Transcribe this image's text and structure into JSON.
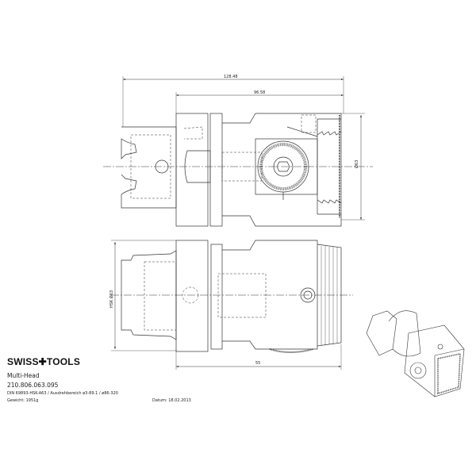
{
  "title_block": {
    "brand": "SWISS✚TOOLS",
    "product_name": "Multi-Head",
    "article_number": "210.806.063.095",
    "spec": "DIN 69893-HSK-A63 / Ausdrehbereich ø3-89.1 / ø86-320",
    "weight": "Gewicht: 1951g",
    "date": "Datum: 18.02.2013"
  },
  "dimensions": {
    "overall_length": "128.48",
    "head_length": "96.58",
    "head_diameter": "Ø63",
    "shank_diameter": "HSK Ø63",
    "side_length": "55"
  }
}
